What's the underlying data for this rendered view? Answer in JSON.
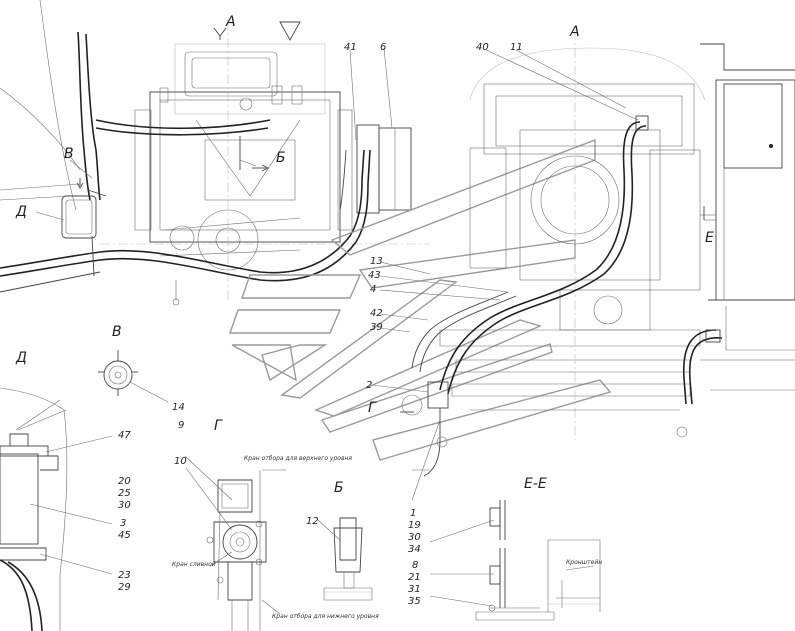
{
  "views": {
    "top_a": "А",
    "right_a": "А",
    "v": "В",
    "d_left": "Д",
    "d_detail": "Д",
    "g": "Г",
    "b_small": "Б",
    "b_arrow": "Б",
    "v_arrow": "В",
    "e_arrow": "Е",
    "g_arrow": "Г",
    "ee": "Е-Е"
  },
  "callouts": {
    "n41": "41",
    "n6": "6",
    "n40": "40",
    "n11": "11",
    "n13": "13",
    "n43": "43",
    "n4": "4",
    "n42": "42",
    "n39": "39",
    "n2": "2",
    "n14": "14",
    "n47": "47",
    "n20": "20",
    "n25": "25",
    "n30a": "30",
    "n3": "3",
    "n45": "45",
    "n23": "23",
    "n29": "29",
    "n9": "9",
    "n10": "10",
    "n12": "12",
    "n1": "1",
    "n19": "19",
    "n30b": "30",
    "n34": "34",
    "n8": "8",
    "n21": "21",
    "n31": "31",
    "n35": "35"
  },
  "notes": {
    "upper_tap": "Кран отбора для верхнего уровня",
    "drain_tap": "Кран сливной",
    "lower_tap": "Кран отбора для нижнего уровня",
    "bracket": "Кронштейн"
  }
}
